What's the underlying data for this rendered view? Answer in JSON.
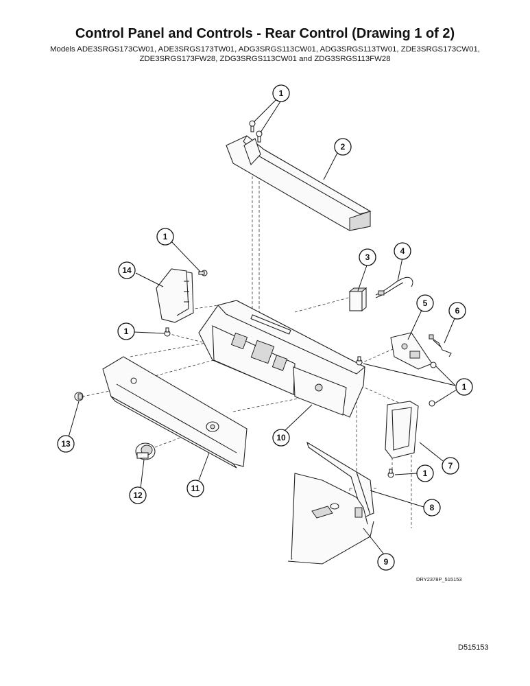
{
  "header": {
    "title": "Control Panel and Controls - Rear Control (Drawing 1 of 2)",
    "models_line1": "Models ADE3SRGS173CW01, ADE3SRGS173TW01, ADG3SRGS113CW01, ADG3SRGS113TW01, ZDE3SRGS173CW01,",
    "models_line2": "ZDE3SRGS173FW28, ZDG3SRGS113CW01 and ZDG3SRGS113FW28"
  },
  "callouts": {
    "c1a": "1",
    "c2": "2",
    "c1b": "1",
    "c3": "3",
    "c4": "4",
    "c14": "14",
    "c5": "5",
    "c6": "6",
    "c1c": "1",
    "c1d": "1",
    "c10": "10",
    "c13": "13",
    "c7": "7",
    "c1e": "1",
    "c11": "11",
    "c12": "12",
    "c8": "8",
    "c9": "9"
  },
  "footer": {
    "drawing_id": "DRY2378P_515153",
    "doc_id": "D515153"
  }
}
